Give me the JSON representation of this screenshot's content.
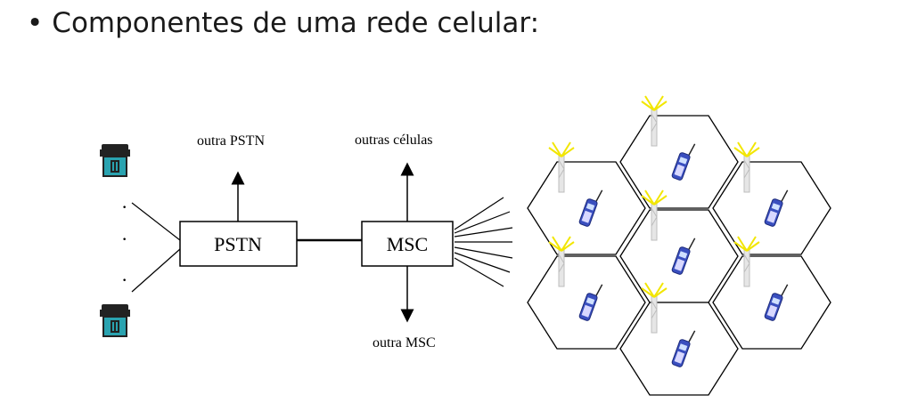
{
  "slide": {
    "bullet": "•",
    "title": "Componentes de uma rede celular:"
  },
  "diagram": {
    "pstn_label": "PSTN",
    "msc_label": "MSC",
    "other_pstn_label": "outra PSTN",
    "other_cells_label": "outras células",
    "other_msc_label": "outra MSC",
    "ellipsis": "·",
    "telephone_icon": "telephone-icon",
    "antenna_icon": "antenna-tower-icon",
    "mobile_icon": "mobile-phone-icon",
    "colors": {
      "line": "#000000",
      "phone_body": "#2aa3b0",
      "mobile_body": "#3a4fbf",
      "antenna_signal": "#f2e600"
    }
  }
}
